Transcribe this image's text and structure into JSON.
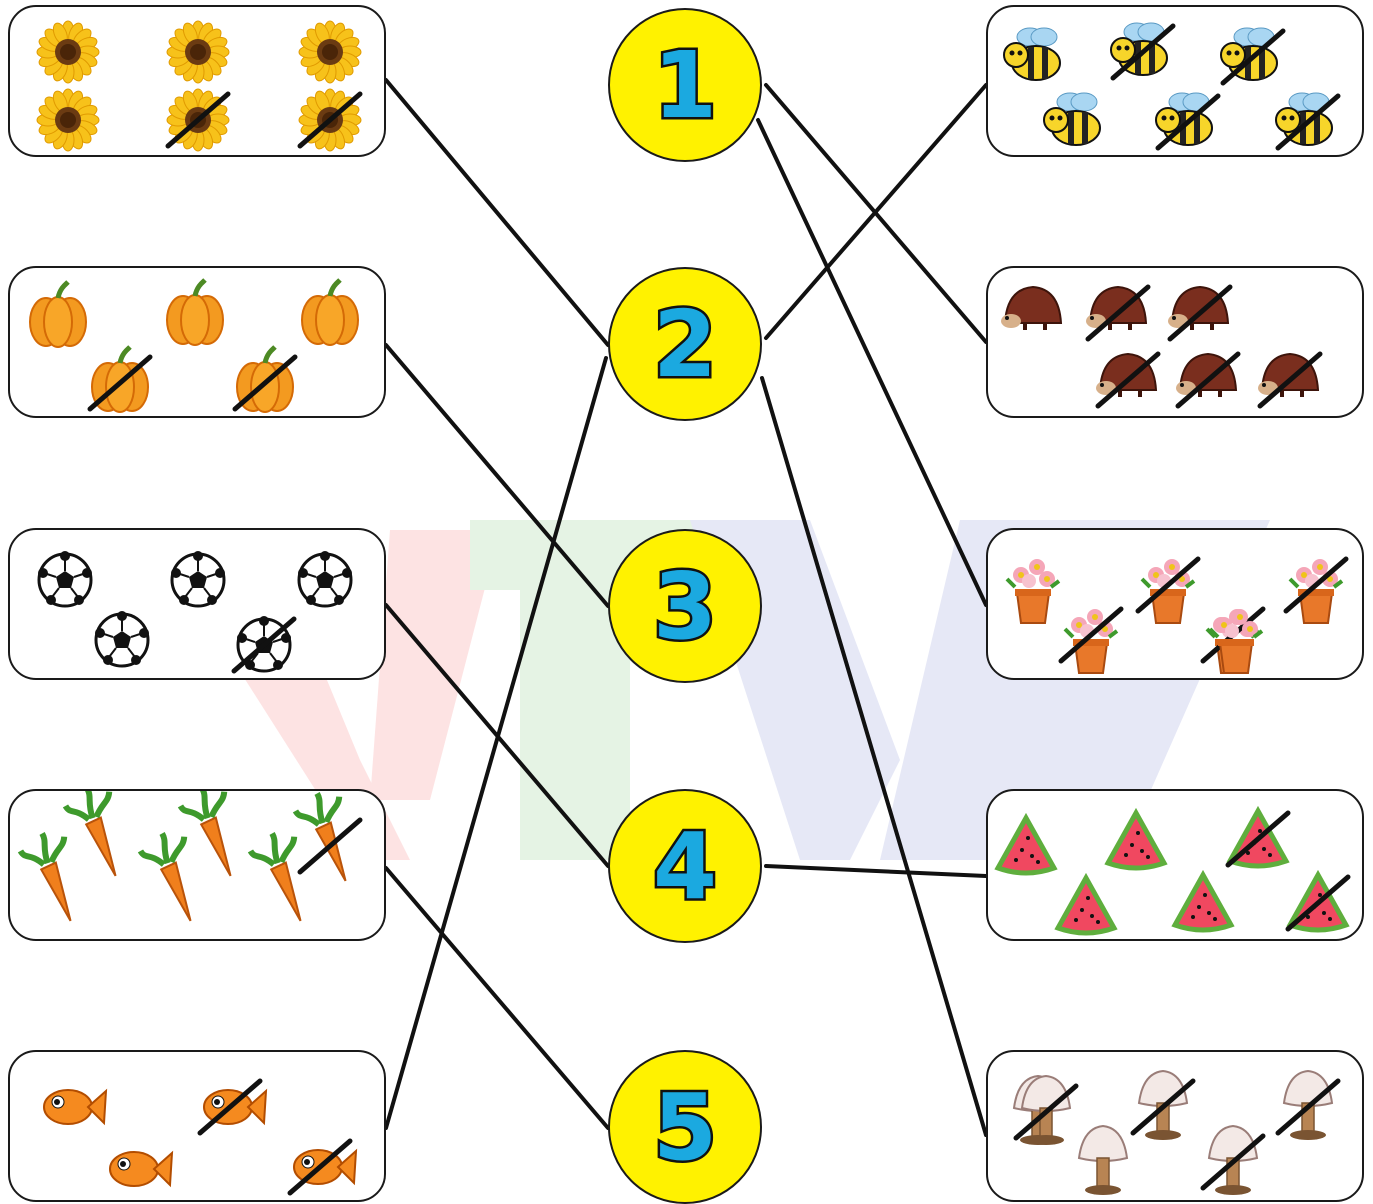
{
  "numbers": [
    "1",
    "2",
    "3",
    "4",
    "5"
  ],
  "left_cards": [
    {
      "name": "sunflower",
      "total": 6,
      "crossed": 2
    },
    {
      "name": "pumpkin",
      "total": 5,
      "crossed": 2
    },
    {
      "name": "soccer-ball",
      "total": 5,
      "crossed": 1
    },
    {
      "name": "carrot",
      "total": 6,
      "crossed": 1
    },
    {
      "name": "goldfish",
      "total": 4,
      "crossed": 2
    }
  ],
  "right_cards": [
    {
      "name": "bee",
      "total": 6,
      "crossed": 4
    },
    {
      "name": "hedgehog",
      "total": 6,
      "crossed": 5
    },
    {
      "name": "flower-pot",
      "total": 6,
      "crossed": 4
    },
    {
      "name": "watermelon-slice",
      "total": 6,
      "crossed": 2
    },
    {
      "name": "mushroom",
      "total": 6,
      "crossed": 4
    }
  ],
  "connections": [
    {
      "from": "left-1",
      "to": "number-2"
    },
    {
      "from": "left-2",
      "to": "number-3"
    },
    {
      "from": "left-3",
      "to": "number-4"
    },
    {
      "from": "left-4",
      "to": "number-5"
    },
    {
      "from": "left-5",
      "to": "number-2"
    },
    {
      "from": "number-1",
      "to": "right-2"
    },
    {
      "from": "number-1",
      "to": "right-3"
    },
    {
      "from": "number-2",
      "to": "right-1"
    },
    {
      "from": "number-2",
      "to": "right-5"
    },
    {
      "from": "number-4",
      "to": "right-4"
    }
  ],
  "colors": {
    "number_fill": "#fff200",
    "number_text": "#1ba9e0",
    "outline": "#1a1a1a",
    "watermark_red": "#fde3e3",
    "watermark_green": "#e5f3e4",
    "watermark_blue": "#e6e8f6"
  }
}
